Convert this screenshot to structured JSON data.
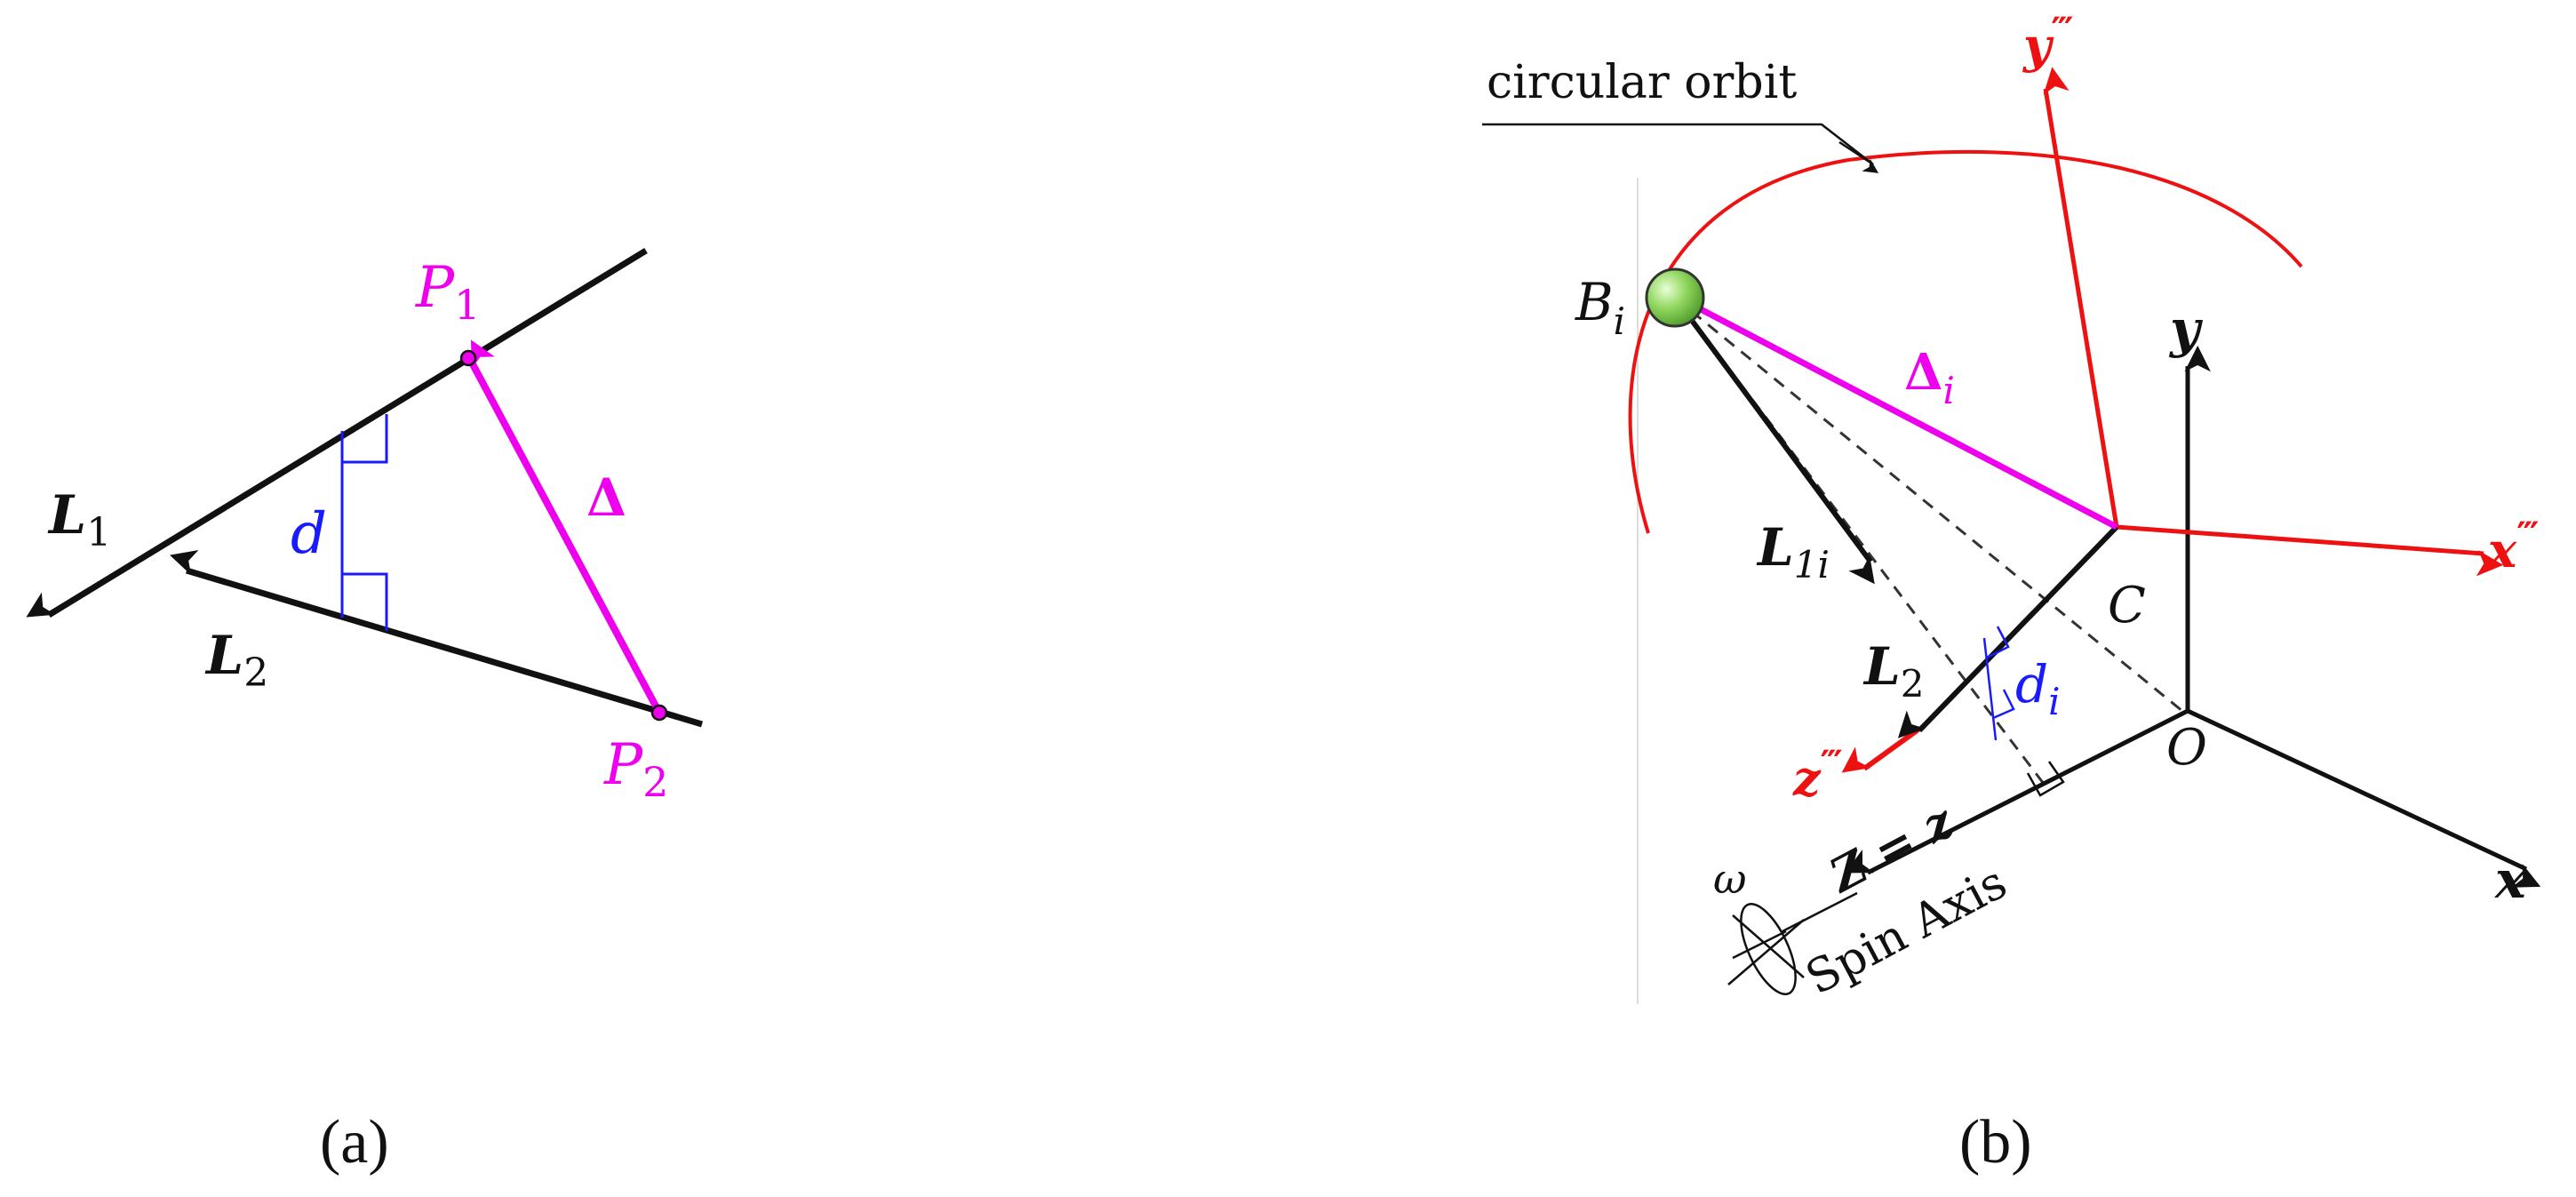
{
  "panel_a": {
    "caption": "(a)",
    "labels": {
      "L1": {
        "main": "L",
        "sub": "1"
      },
      "L2": {
        "main": "L",
        "sub": "2"
      },
      "P1": {
        "main": "P",
        "sub": "1"
      },
      "P2": {
        "main": "P",
        "sub": "2"
      },
      "d": "d",
      "delta": "Δ"
    }
  },
  "panel_b": {
    "caption": "(b)",
    "labels": {
      "orbit": "circular orbit",
      "Bi": {
        "main": "B",
        "sub": "i"
      },
      "delta_i": {
        "main": "Δ",
        "sub": "i"
      },
      "L1i": {
        "main": "L",
        "sub": "1i"
      },
      "L2": {
        "main": "L",
        "sub": "2"
      },
      "C": "C",
      "O": "O",
      "di": {
        "main": "d",
        "sub": "i"
      },
      "x": "x",
      "y": "y",
      "x3": {
        "main": "x",
        "sup": "‴"
      },
      "y3": {
        "main": "y",
        "sup": "‴"
      },
      "z3": {
        "main": "z",
        "sup": "‴"
      },
      "Zz": "Z = z",
      "spin_axis": "Spin Axis",
      "omega": "ω"
    }
  },
  "colors": {
    "black": "#111111",
    "magenta": "#ee00ee",
    "blue": "#1a1aff",
    "red": "#ee1111",
    "sphere": "#8fd65e",
    "dashed": "#333333"
  }
}
